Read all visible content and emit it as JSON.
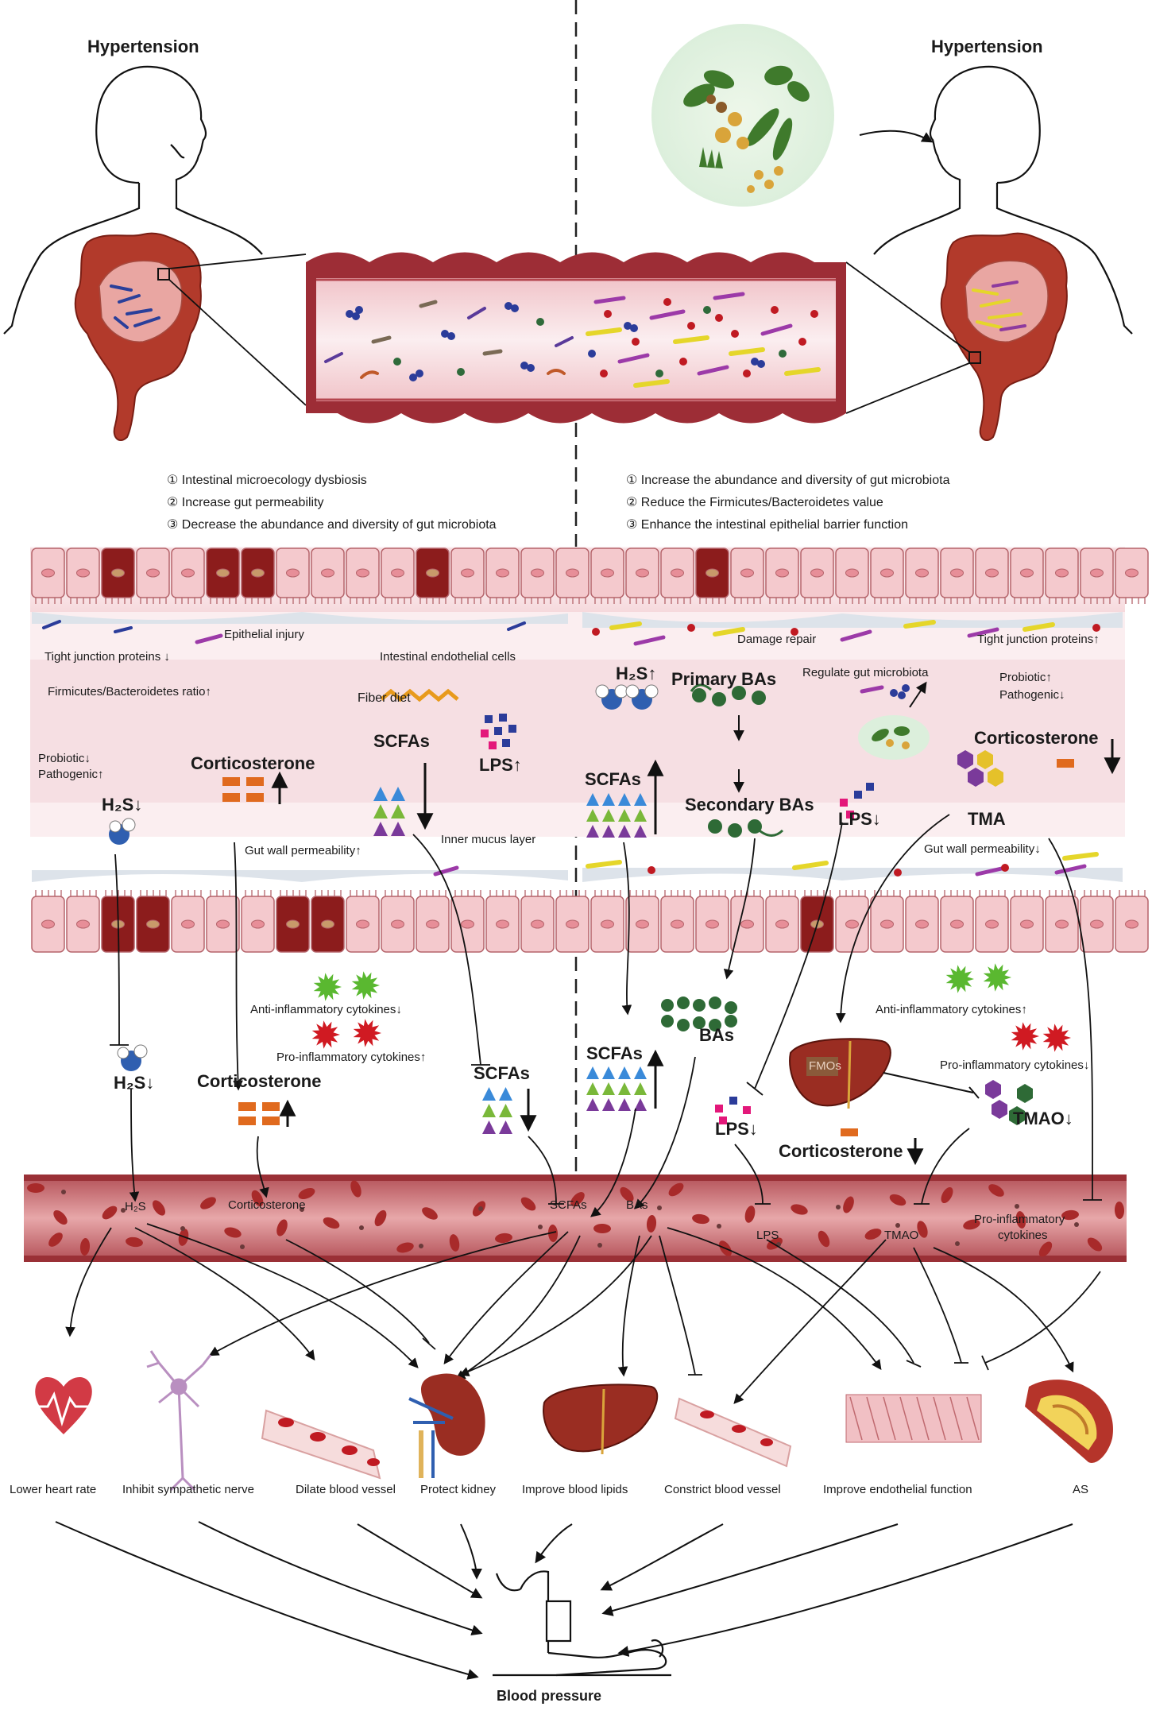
{
  "left": {
    "title": "Hypertension",
    "effects": [
      "① Intestinal microecology dysbiosis",
      "② Increase gut permeability",
      "③ Decrease the abundance and diversity of gut microbiota"
    ],
    "tight_junction": "Tight junction proteins ↓",
    "epithelial_injury": "Epithelial injury",
    "endothelial_cells": "Intestinal endothelial cells",
    "fb_ratio": "Firmicutes/Bacteroidetes ratio↑",
    "fiber": "Fiber diet",
    "probiotic": "Probiotic↓",
    "pathogenic": "Pathogenic↑",
    "h2s": "H₂S",
    "corticosterone": "Corticosterone",
    "scfas": "SCFAs",
    "lps": "LPS",
    "inner_mucus": "Inner mucus layer",
    "gut_perm": "Gut wall permeability↑",
    "anti_inflam": "Anti-inflammatory cytokines↓",
    "pro_inflam": "Pro-inflammatory cytokines↑",
    "h2s_blood": "H₂S",
    "cort_blood": "Corticosterone",
    "scfas_blood": "SCFAs"
  },
  "right": {
    "title": "Hypertension",
    "effects": [
      "① Increase the abundance and diversity of gut microbiota",
      "② Reduce the Firmicutes/Bacteroidetes value",
      "③ Enhance the intestinal epithelial barrier function"
    ],
    "damage_repair": "Damage repair",
    "tight_junction": "Tight junction proteins↑",
    "h2s": "H₂S",
    "primary_bas": "Primary BAs",
    "regulate": "Regulate  gut microbiota",
    "probiotic": "Probiotic↑",
    "pathogenic": "Pathogenic↓",
    "corticosterone": "Corticosterone",
    "scfas": "SCFAs",
    "secondary_bas": "Secondary BAs",
    "lps": "LPS",
    "tma": "TMA",
    "gut_perm": "Gut wall permeability↓",
    "anti_inflam": "Anti-inflammatory cytokines↑",
    "pro_inflam": "Pro-inflammatory cytokines↓",
    "bas": "BAs",
    "scfas_blood": "SCFAs",
    "fmos": "FMOs",
    "lps_blood": "LPS",
    "tmao": "TMAO",
    "cort_blood": "Corticosterone"
  },
  "vessel_labels": {
    "h2s": "H₂S",
    "corticosterone": "Corticosterone",
    "scfas": "SCFAs",
    "bas": "BAs",
    "lps": "LPS",
    "tmao": "TMAO",
    "pro_inflam": "Pro-inflammatory",
    "cytokines": "cytokines"
  },
  "outcomes": [
    "Lower heart rate",
    "Inhibit sympathetic nerve",
    "Dilate blood vessel",
    "Protect kidney",
    "Improve blood lipids",
    "Constrict blood vessel",
    "Improve endothelial function",
    "AS"
  ],
  "final": "Blood pressure",
  "colors": {
    "tissue": "#f4c9cd",
    "tissue_dark": "#e9a4ab",
    "blood_vessel": "#c9676b",
    "dark_cell": "#8c1c1c",
    "organ": "#b9402e"
  }
}
